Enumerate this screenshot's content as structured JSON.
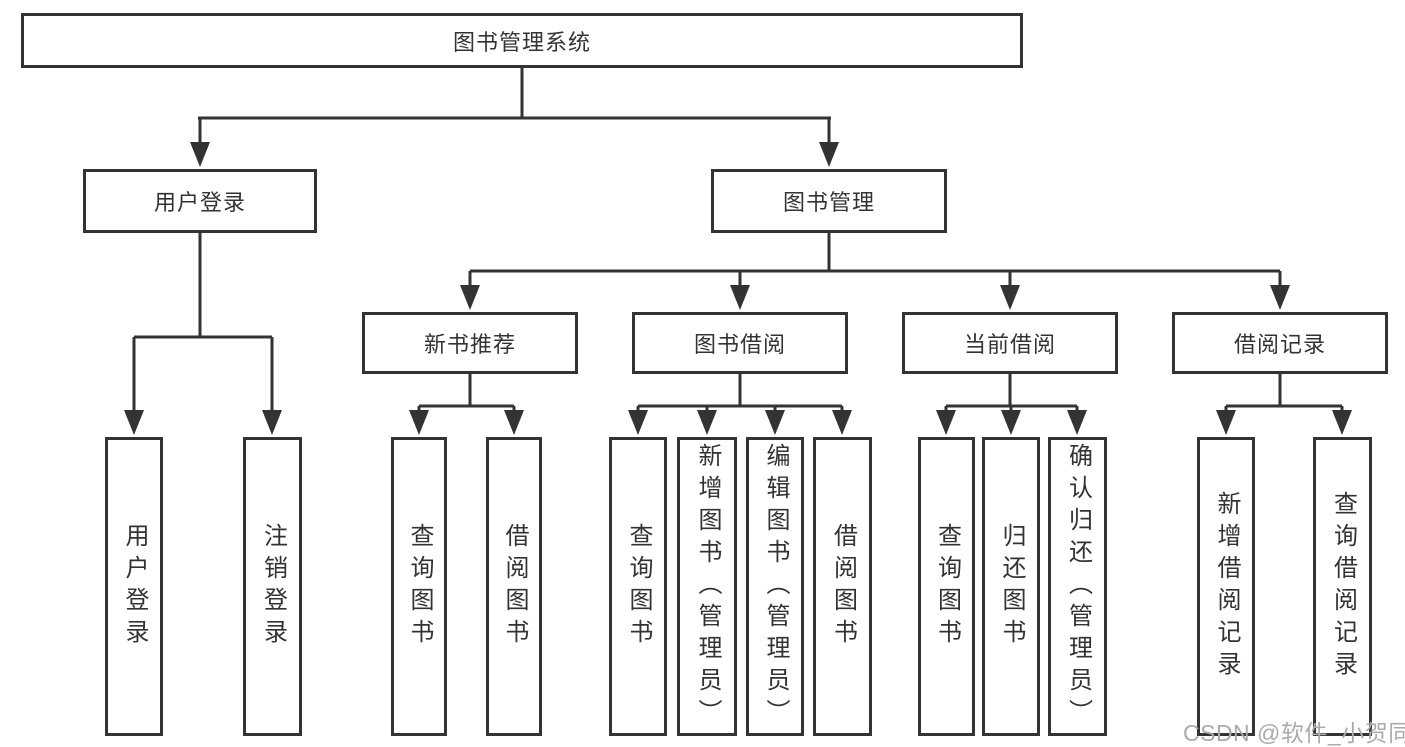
{
  "tree": {
    "root": {
      "label": "图书管理系统"
    },
    "branches": [
      {
        "label": "用户登录",
        "children": [
          {
            "label": "用户登录"
          },
          {
            "label": "注销登录"
          }
        ]
      },
      {
        "label": "图书管理",
        "children": [
          {
            "label": "新书推荐",
            "children": [
              {
                "label": "查询图书"
              },
              {
                "label": "借阅图书"
              }
            ]
          },
          {
            "label": "图书借阅",
            "children": [
              {
                "label": "查询图书"
              },
              {
                "label": "新增图书（管理员）"
              },
              {
                "label": "编辑图书（管理员）"
              },
              {
                "label": "借阅图书"
              }
            ]
          },
          {
            "label": "当前借阅",
            "children": [
              {
                "label": "查询图书"
              },
              {
                "label": "归还图书"
              },
              {
                "label": "确认归还（管理员）"
              }
            ]
          },
          {
            "label": "借阅记录",
            "children": [
              {
                "label": "新增借阅记录"
              },
              {
                "label": "查询借阅记录"
              }
            ]
          }
        ]
      }
    ]
  },
  "watermark": {
    "text": "CSDN @软件_小贺同学"
  },
  "colors": {
    "line": "#333333",
    "box_border": "#333333",
    "text": "#333333",
    "watermark": "#ababab",
    "background": "#ffffff"
  }
}
